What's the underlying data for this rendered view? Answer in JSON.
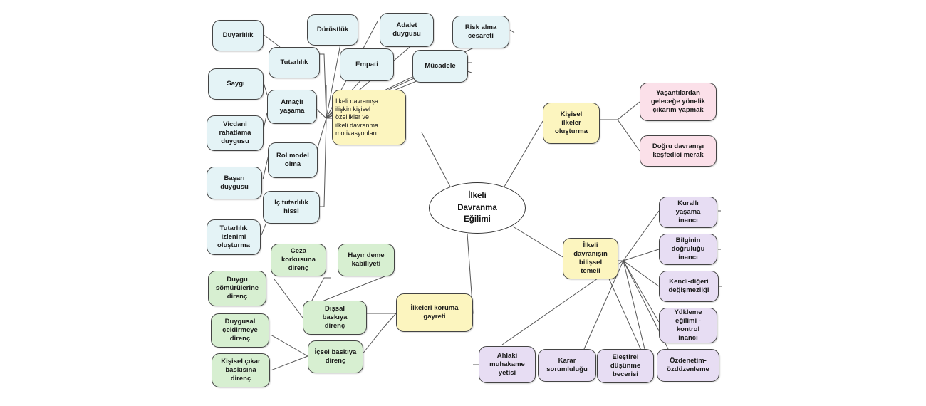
{
  "center": "İlkeli\nDavranma\nEğilimi",
  "branch_personal": "İlkeli davranışa\nilişkin kişisel\nözellikler ve\nilkeli davranma\nmotivasyonları",
  "branch_principles": "Kişisel\nilkeler\noluşturma",
  "branch_cognitive": "İlkeli\ndavranışın\nbilişsel\ntemeli",
  "branch_protect": "İlkeleri koruma\ngayreti",
  "traits": {
    "tutarlilik": "Tutarlılık",
    "amacli": "Amaçlı\nyaşama",
    "rol_model": "Rol model\nolma",
    "ic_tutarlilik": "İç tutarlılık\nhissi",
    "durustluk": "Dürüstlük",
    "adalet": "Adalet\nduygusu",
    "risk": "Risk alma\ncesareti",
    "empati": "Empati",
    "mucadele": "Mücadele",
    "duyarlilik": "Duyarlılık",
    "saygi": "Saygı",
    "vicdani": "Vicdani\nrahatlama\nduygusu",
    "basari": "Başarı\nduygusu",
    "izlenim": "Tutarlılık\nizlenimi\noluşturma"
  },
  "principles": {
    "yasantilar": "Yaşantılardan\ngeleceğe yönelik\nçıkarım yapmak",
    "merak": "Doğru davranışı\nkeşfedici merak"
  },
  "cognitive": {
    "kuralli": "Kurallı\nyaşama\ninancı",
    "bilgi": "Bilginin\ndoğruluğu\ninancı",
    "kendi": "Kendi-diğeri\ndeğişmezliği",
    "yukleme": "Yükleme\neğilimi -\nkontrol\ninancı",
    "ozdenetim": "Özdenetim-\nözdüzenleme",
    "elestirel": "Eleştirel\ndüşünme\nbecerisi",
    "karar": "Karar\nsorumluluğu",
    "ahlaki": "Ahlaki\nmuhakame\nyetisi"
  },
  "protection": {
    "dissal": "Dışsal\nbaskıya\ndirenç",
    "icsel": "İçsel baskıya\ndirenç",
    "ceza": "Ceza\nkorkusuna\ndirenç",
    "hayir": "Hayır deme\nkabiliyeti",
    "somuru": "Duygu\nsömürülerine\ndirenç",
    "celdirme": "Duygusal\nçeldirmeye\ndirenç",
    "cikar": "Kişisel çıkar\nbaskısına\ndirenç"
  },
  "colors": {
    "traits": "#e4f3f6",
    "main_branch": "#fcf5bf",
    "protection": "#d7efd1",
    "principles": "#fbe0e9",
    "cognitive": "#e7ddf3"
  }
}
